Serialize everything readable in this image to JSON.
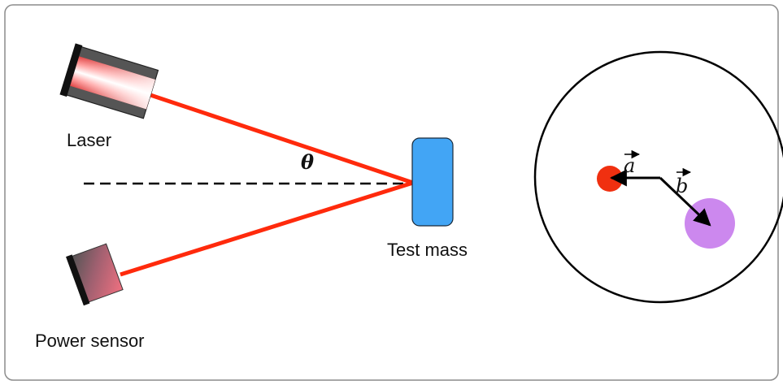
{
  "left_panel": {
    "laser_label": "Laser",
    "power_sensor_label": "Power sensor",
    "test_mass_label": "Test mass",
    "angle_symbol": "θ"
  },
  "right_panel": {
    "vector_a_label": "a",
    "vector_b_label": "b"
  },
  "colors": {
    "beam": "#ff2a0c",
    "test_mass": "#42a5f5",
    "red_spot": "#f03010",
    "violet_spot": "#cc88ee",
    "frame": "#8c8c8c"
  },
  "icons": {
    "laser": "laser-device-icon",
    "sensor": "power-sensor-icon"
  }
}
